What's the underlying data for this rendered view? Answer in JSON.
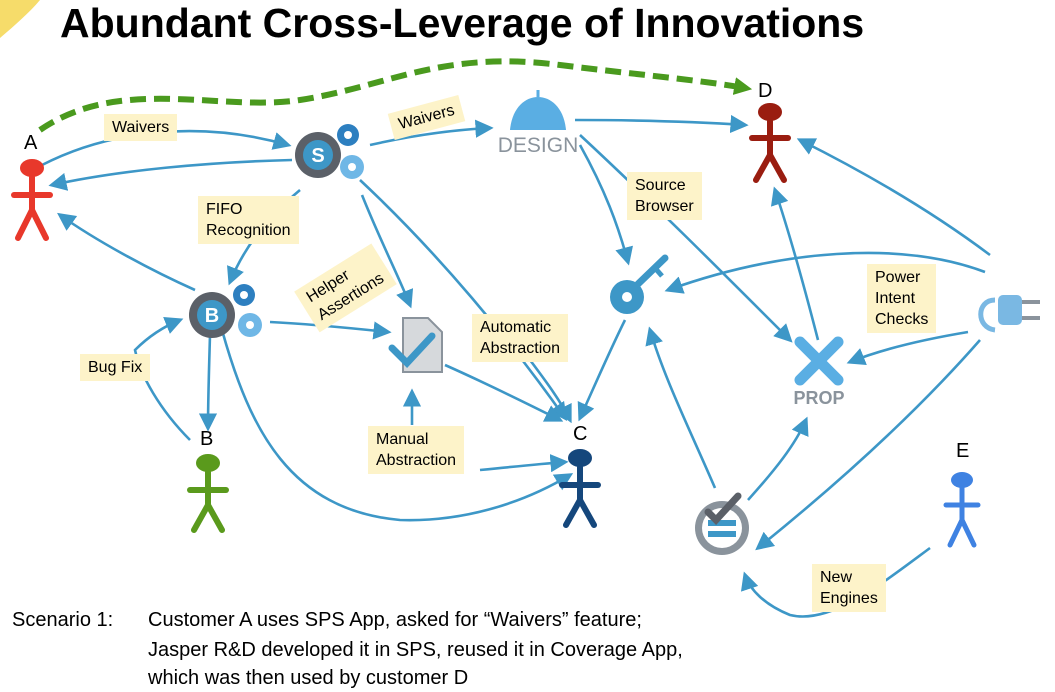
{
  "title": "Abundant Cross-Leverage of Innovations",
  "actors": {
    "A": "A",
    "B": "B",
    "C": "C",
    "D": "D",
    "E": "E"
  },
  "icons": {
    "design_text": "DESIGN",
    "prop_text": "PROP",
    "sps_letter": "S",
    "bug_letter": "B"
  },
  "labels": {
    "waivers_left": "Waivers",
    "waivers_right": "Waivers",
    "fifo": "FIFO\nRecognition",
    "helper": "Helper\nAssertions",
    "bug_fix": "Bug Fix",
    "automatic": "Automatic\nAbstraction",
    "manual": "Manual\nAbstraction",
    "source_browser": "Source\nBrowser",
    "power_intent": "Power\nIntent\nChecks",
    "new_engines": "New\nEngines"
  },
  "scenario": {
    "prefix": "Scenario 1:",
    "line1": "Customer A uses SPS App, asked for “Waivers” feature;",
    "line2": "Jasper R&D developed it in SPS, reused it in Coverage App,",
    "line3": "which was then used by customer D"
  },
  "colors": {
    "arrow": "#3d97c7",
    "dashed": "#4a9a1e",
    "actor_a": "#e8382b",
    "actor_b": "#5a9a1c",
    "actor_c": "#15477c",
    "actor_d": "#9a1d10",
    "actor_e": "#3f82e2",
    "label_bg": "#fdf3c9"
  }
}
